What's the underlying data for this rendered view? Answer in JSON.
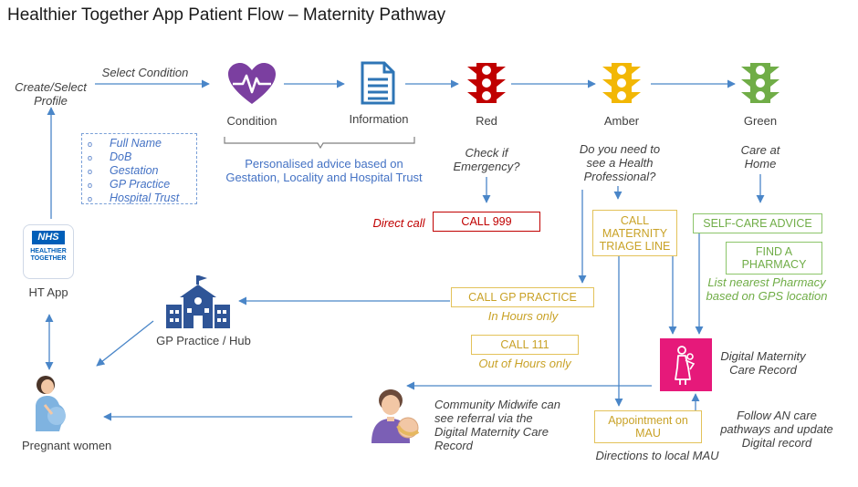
{
  "title": "Healthier Together App Patient Flow – Maternity Pathway",
  "profile": {
    "create_label": "Create/Select Profile",
    "select_condition": "Select Condition",
    "fields": [
      "Full Name",
      "DoB",
      "Gestation",
      "GP Practice",
      "Hospital Trust"
    ],
    "app_label": "HT App",
    "logo_top": "NHS",
    "logo_bottom": "HEALTHIER TOGETHER"
  },
  "condition_label": "Condition",
  "information_label": "Information",
  "advice_text": "Personalised advice based on Gestation, Locality and Hospital Trust",
  "red": {
    "label": "Red",
    "question": "Check if Emergency?",
    "direct_call": "Direct call",
    "call_box": "CALL 999"
  },
  "amber": {
    "label": "Amber",
    "question": "Do you need to see a Health Professional?",
    "triage_box": "CALL MATERNITY TRIAGE LINE",
    "gp_box": "CALL GP PRACTICE",
    "gp_note": "In Hours only",
    "call111_box": "CALL 111",
    "call111_note": "Out of Hours only",
    "appointment_box": "Appointment on MAU",
    "appointment_note": "Directions to local MAU"
  },
  "green": {
    "label": "Green",
    "advice": "Care at Home",
    "selfcare_box": "SELF-CARE ADVICE",
    "pharmacy_box": "FIND A PHARMACY",
    "pharmacy_note": "List nearest Pharmacy based on GPS location"
  },
  "gp_hub_label": "GP Practice / Hub",
  "dmcr_label": "Digital Maternity Care Record",
  "follow_text": "Follow AN care pathways and update Digital record",
  "midwife_text": "Community Midwife can see referral via the Digital Maternity Care Record",
  "pregnant_label": "Pregnant women",
  "colors": {
    "blue": "#4472c4",
    "red": "#c00000",
    "amber": "#c9a227",
    "green": "#70ad47",
    "purple": "#7b3fa0",
    "magenta": "#e6197a",
    "nhs_blue": "#005eb8"
  }
}
